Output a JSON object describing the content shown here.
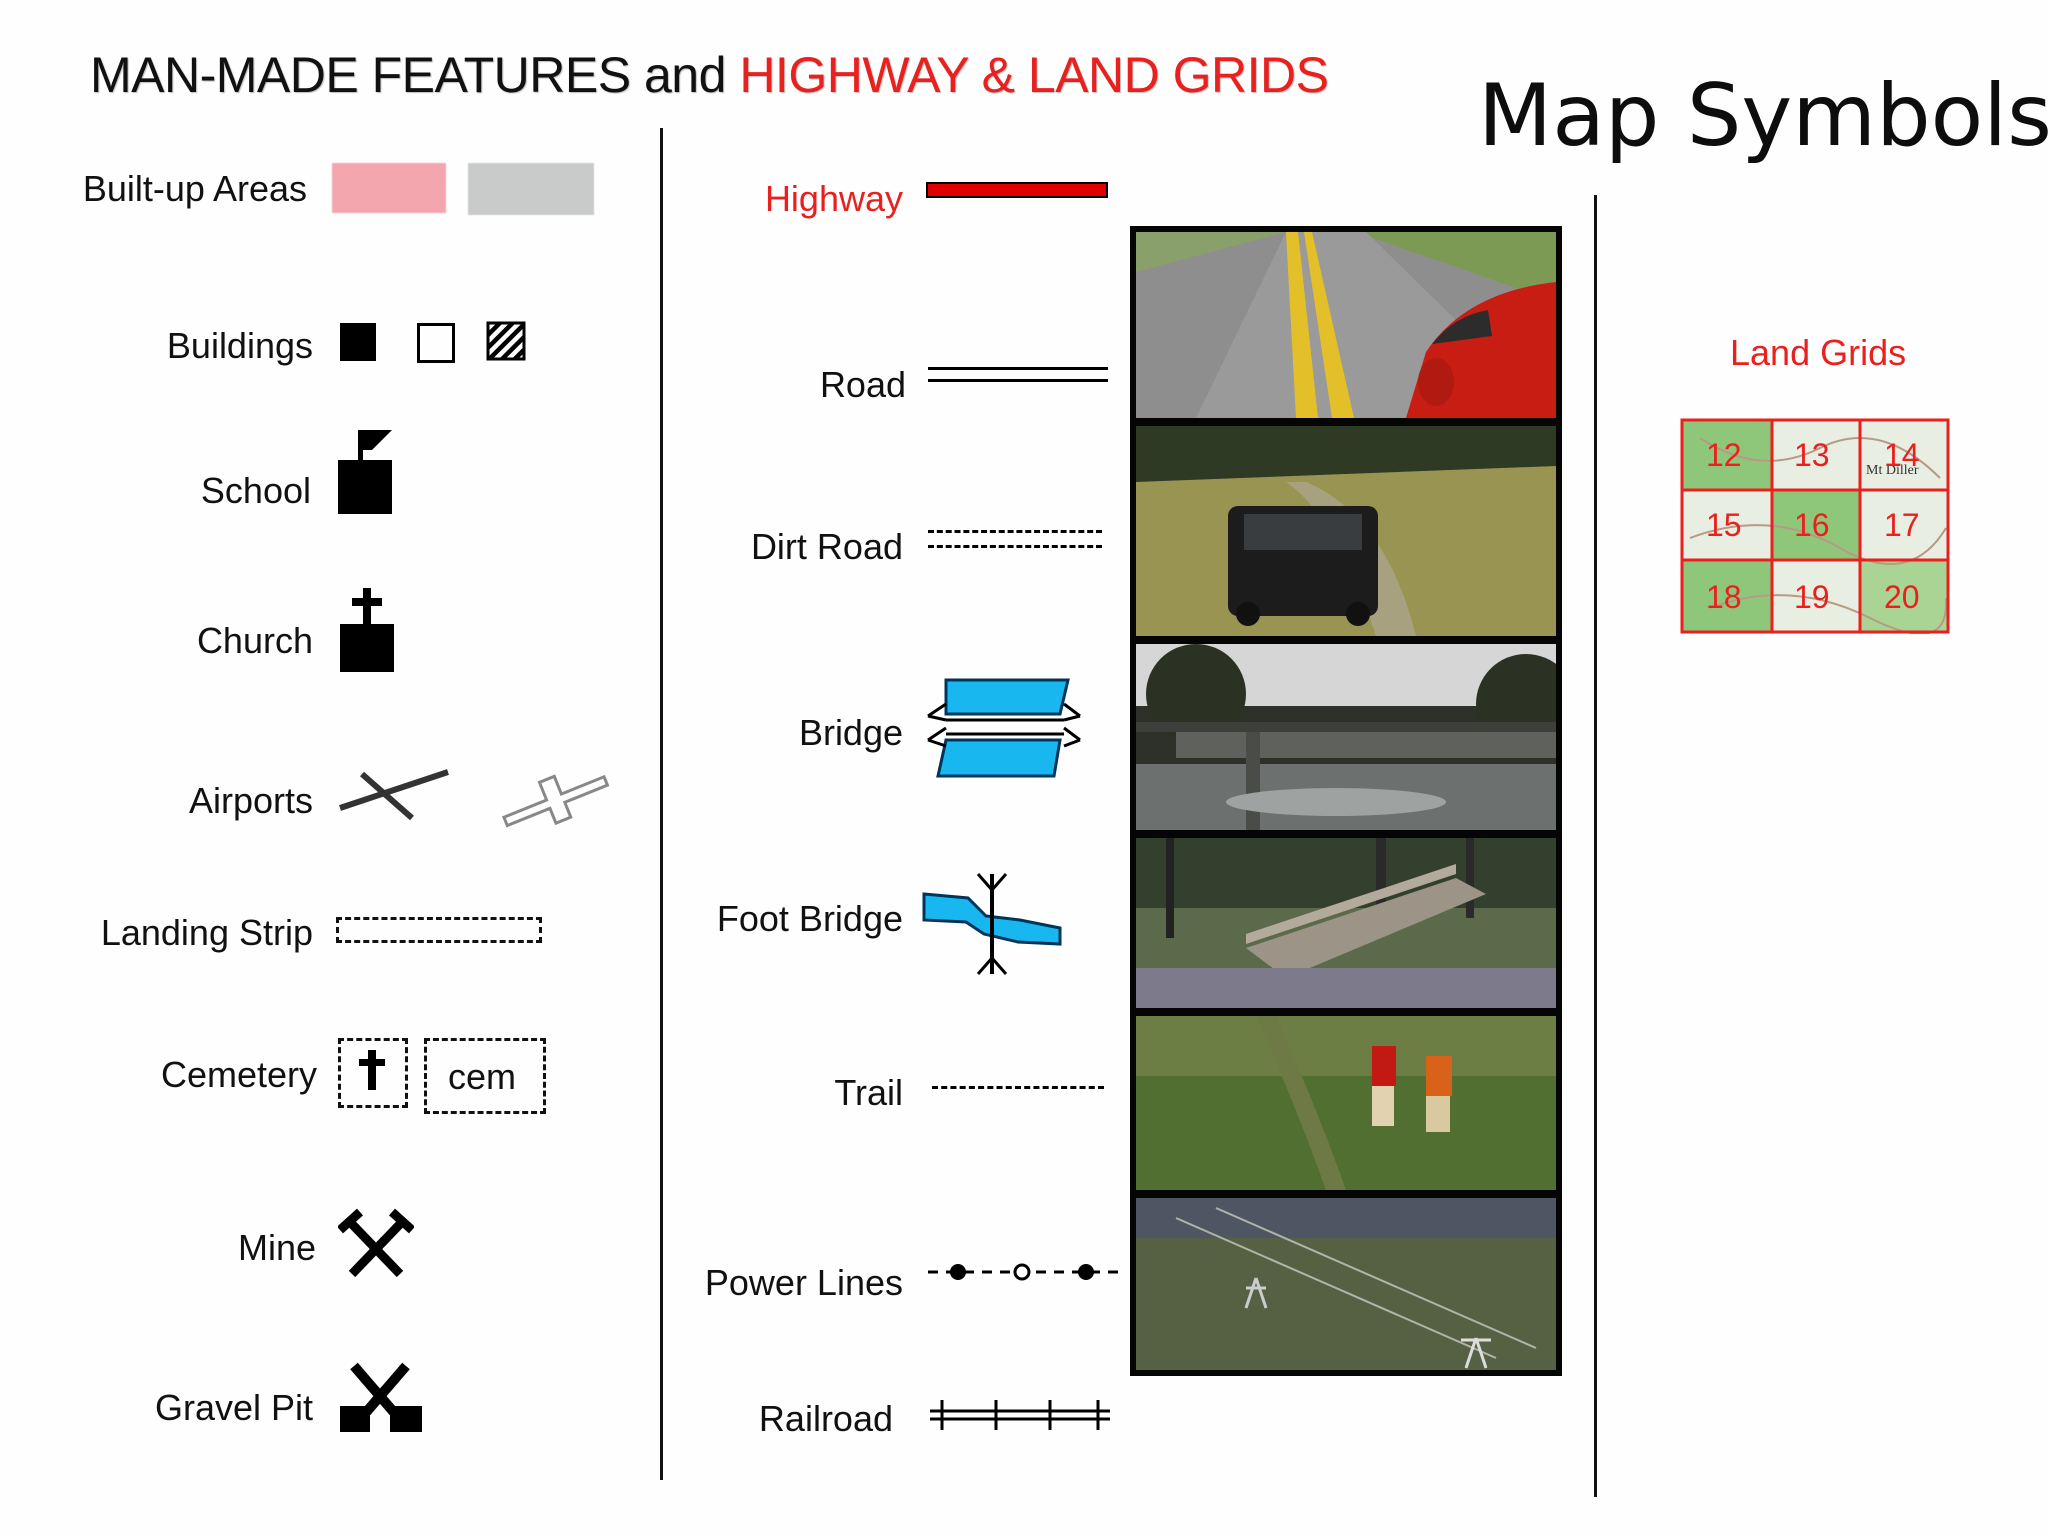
{
  "header": {
    "part1": "MAN-MADE FEATURES and",
    "part2": "HIGHWAY & LAND GRIDS"
  },
  "title": "Map Symbols",
  "left_legend": [
    {
      "label": "Built-up Areas"
    },
    {
      "label": "Buildings"
    },
    {
      "label": "School"
    },
    {
      "label": "Church"
    },
    {
      "label": "Airports"
    },
    {
      "label": "Landing Strip"
    },
    {
      "label": "Cemetery"
    },
    {
      "label": "Mine"
    },
    {
      "label": "Gravel Pit"
    }
  ],
  "cemetery_abbrev": "cem",
  "middle_legend": [
    {
      "label": "Highway"
    },
    {
      "label": "Road"
    },
    {
      "label": "Dirt Road"
    },
    {
      "label": "Bridge"
    },
    {
      "label": "Foot Bridge"
    },
    {
      "label": "Trail"
    },
    {
      "label": "Power Lines"
    },
    {
      "label": "Railroad"
    }
  ],
  "land_grids": {
    "title": "Land Grids",
    "cells": [
      "12",
      "13",
      "14",
      "15",
      "16",
      "17",
      "18",
      "19",
      "20"
    ],
    "map_text": "Mt Diller"
  },
  "colors": {
    "accent_red": "#e8211f",
    "builtup_pink": "#f3a6ad",
    "builtup_gray": "#c9cbcb",
    "water_blue": "#19b7f0",
    "grid_green": "#8fc77a"
  },
  "photos": [
    "road-photo",
    "dirt-road-photo",
    "bridge-photo",
    "foot-bridge-photo",
    "trail-photo",
    "power-lines-photo"
  ]
}
